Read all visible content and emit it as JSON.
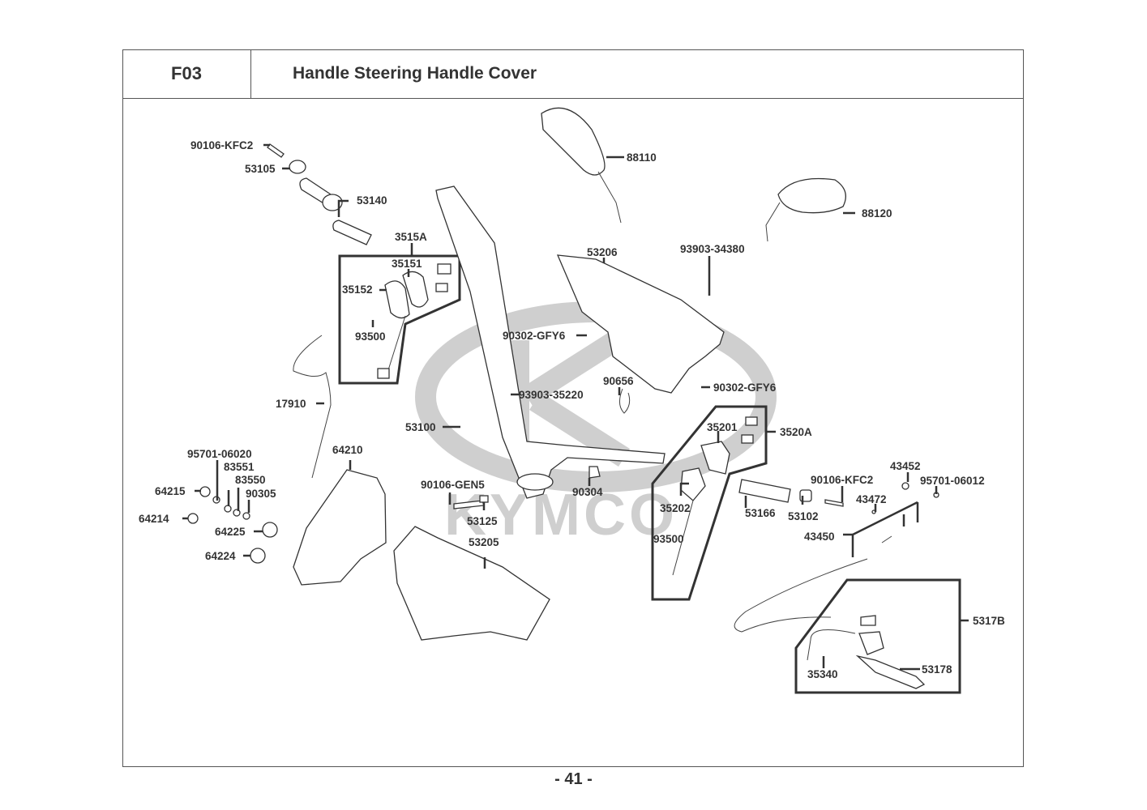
{
  "header": {
    "section_code": "F03",
    "title": "Handle Steering  Handle Cover"
  },
  "watermark": {
    "brand": "KYMCO"
  },
  "page_number": "- 41 -",
  "parts": [
    {
      "id": "90106-KFC2-left",
      "label": "90106-KFC2"
    },
    {
      "id": "53105",
      "label": "53105"
    },
    {
      "id": "53140",
      "label": "53140"
    },
    {
      "id": "3515A",
      "label": "3515A"
    },
    {
      "id": "35151",
      "label": "35151"
    },
    {
      "id": "35152",
      "label": "35152"
    },
    {
      "id": "93500-left",
      "label": "93500"
    },
    {
      "id": "17910",
      "label": "17910"
    },
    {
      "id": "88110",
      "label": "88110"
    },
    {
      "id": "88120",
      "label": "88120"
    },
    {
      "id": "53206",
      "label": "53206"
    },
    {
      "id": "93903-34380",
      "label": "93903-34380"
    },
    {
      "id": "90302-GFY6-upper",
      "label": "90302-GFY6"
    },
    {
      "id": "90656",
      "label": "90656"
    },
    {
      "id": "90302-GFY6-lower",
      "label": "90302-GFY6"
    },
    {
      "id": "93903-35220",
      "label": "93903-35220"
    },
    {
      "id": "53100",
      "label": "53100"
    },
    {
      "id": "95701-06020",
      "label": "95701-06020"
    },
    {
      "id": "83551",
      "label": "83551"
    },
    {
      "id": "83550",
      "label": "83550"
    },
    {
      "id": "90305",
      "label": "90305"
    },
    {
      "id": "64215",
      "label": "64215"
    },
    {
      "id": "64214",
      "label": "64214"
    },
    {
      "id": "64225",
      "label": "64225"
    },
    {
      "id": "64224",
      "label": "64224"
    },
    {
      "id": "64210",
      "label": "64210"
    },
    {
      "id": "90106-GEN5",
      "label": "90106-GEN5"
    },
    {
      "id": "53125",
      "label": "53125"
    },
    {
      "id": "90304",
      "label": "90304"
    },
    {
      "id": "53205",
      "label": "53205"
    },
    {
      "id": "35201",
      "label": "35201"
    },
    {
      "id": "3520A",
      "label": "3520A"
    },
    {
      "id": "35202",
      "label": "35202"
    },
    {
      "id": "93500-right",
      "label": "93500"
    },
    {
      "id": "53166",
      "label": "53166"
    },
    {
      "id": "53102",
      "label": "53102"
    },
    {
      "id": "90106-KFC2-right",
      "label": "90106-KFC2"
    },
    {
      "id": "43452",
      "label": "43452"
    },
    {
      "id": "95701-06012",
      "label": "95701-06012"
    },
    {
      "id": "43472",
      "label": "43472"
    },
    {
      "id": "43450",
      "label": "43450"
    },
    {
      "id": "5317B",
      "label": "5317B"
    },
    {
      "id": "35340",
      "label": "35340"
    },
    {
      "id": "53178",
      "label": "53178"
    }
  ]
}
